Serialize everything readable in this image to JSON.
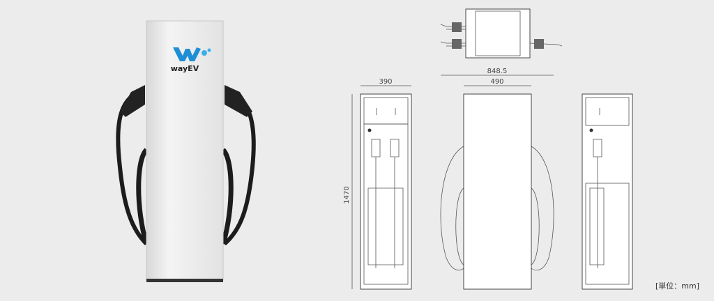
{
  "product": {
    "brand_logo_text": "wayEV"
  },
  "dimensions": {
    "side_width": "390",
    "overall_width": "848.5",
    "body_width": "490",
    "height": "1470"
  },
  "unit_label": "[単位：mm]",
  "colors": {
    "background": "#ececec",
    "logo_blue": "#1e8fd6",
    "cable": "#1c1c1c"
  }
}
